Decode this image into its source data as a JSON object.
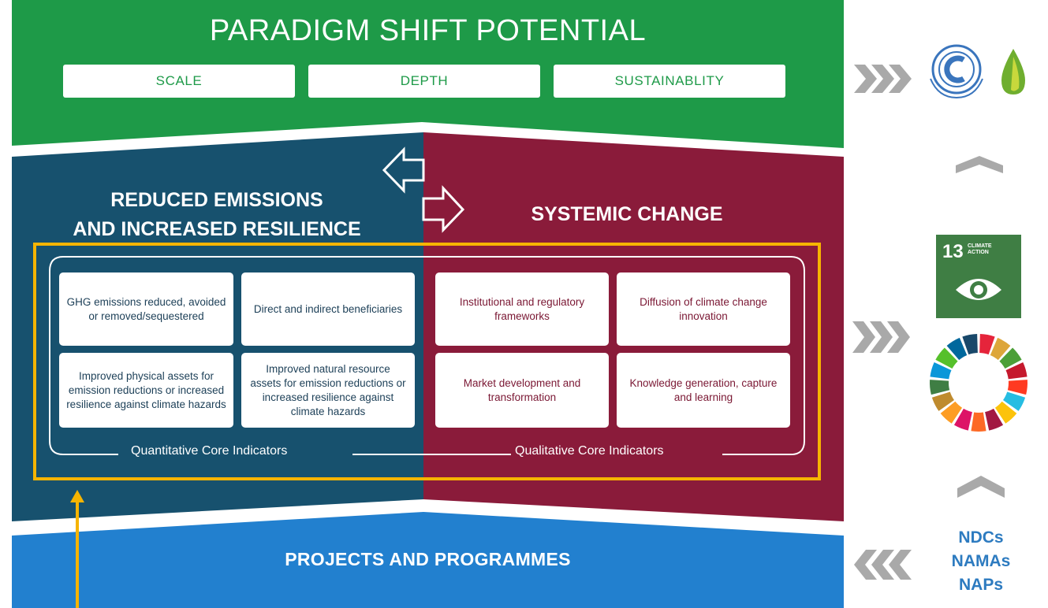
{
  "header": {
    "title": "PARADIGM SHIFT POTENTIAL",
    "pills": [
      "SCALE",
      "DEPTH",
      "SUSTAINABLITY"
    ]
  },
  "left_section": {
    "title_line1": "REDUCED EMISSIONS",
    "title_line2": "AND INCREASED RESILIENCE",
    "cards": [
      "GHG emissions reduced, avoided or removed/sequestered",
      "Direct and indirect beneficiaries",
      "Improved physical assets for emission reductions or increased resilience against climate hazards",
      "Improved natural resource assets for emission reductions or increased resilience against climate hazards"
    ],
    "indicator_label": "Quantitative Core Indicators"
  },
  "right_section": {
    "title": "SYSTEMIC CHANGE",
    "cards": [
      "Institutional and regulatory frameworks",
      "Diffusion of climate change innovation",
      "Market development and transformation",
      "Knowledge generation, capture and learning"
    ],
    "indicator_label": "Qualitative Core Indicators"
  },
  "footer": {
    "title": "PROJECTS AND PROGRAMMES"
  },
  "side": {
    "sdg13_number": "13",
    "sdg13_text": "CLIMATE ACTION",
    "plans": [
      "NDCs",
      "NAMAs",
      "NAPs"
    ]
  },
  "colors": {
    "green": "#1e9a48",
    "teal": "#17516e",
    "maroon": "#8a1b3a",
    "blue": "#2280cf",
    "highlight": "#f6b400",
    "chevron_gray": "#a9a9a9",
    "sdg13_green": "#3f7e44"
  },
  "icons": [
    "unfccc-emblem-icon",
    "green-leaf-icon",
    "sdg13-eye-icon",
    "sdg-wheel-icon",
    "bidirectional-arrows-icon",
    "upward-arrow-icon"
  ]
}
